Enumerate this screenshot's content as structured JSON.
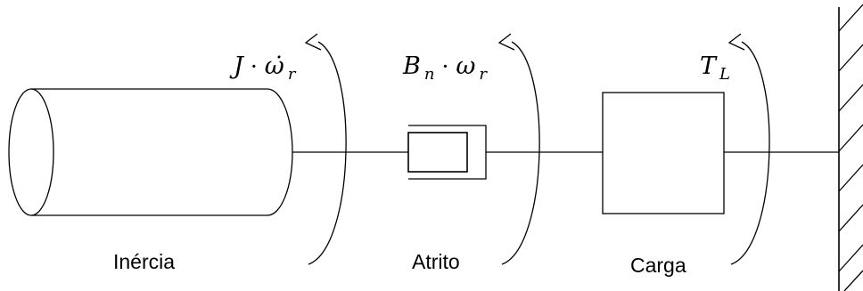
{
  "labels": {
    "inertia": "Inércia",
    "friction": "Atrito",
    "load": "Carga"
  },
  "torques": {
    "inertia": {
      "symbol": "J",
      "operator": "·",
      "variable": "ω̇",
      "subscript": "r"
    },
    "friction": {
      "symbol": "B",
      "symbol_subscript": "n",
      "operator": "·",
      "variable": "ω",
      "subscript": "r"
    },
    "load": {
      "symbol": "T",
      "subscript": "L"
    }
  },
  "colors": {
    "line": "#000000",
    "background": "#ffffff"
  }
}
